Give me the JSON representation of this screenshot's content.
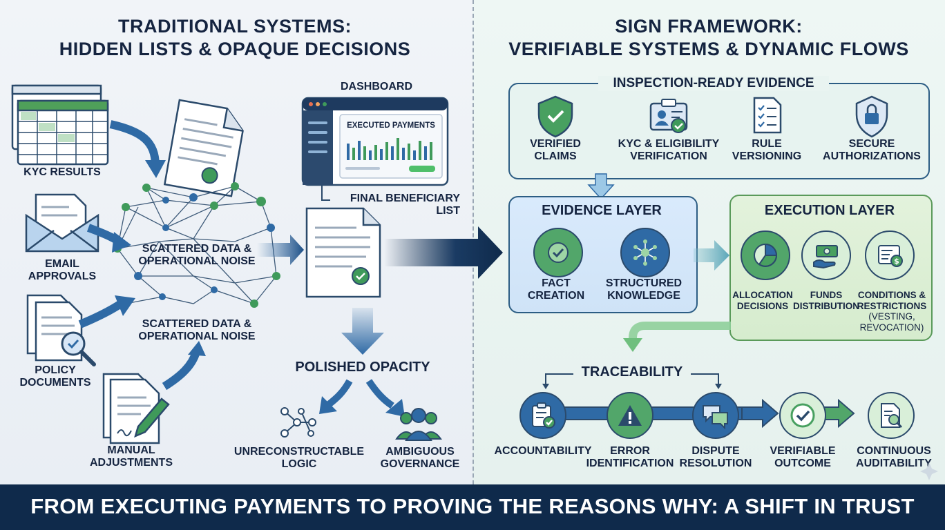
{
  "left": {
    "title_line1": "TRADITIONAL SYSTEMS:",
    "title_line2": "HIDDEN LISTS & OPAQUE DECISIONS",
    "kyc_results": "KYC RESULTS",
    "email_approvals_1": "EMAIL",
    "email_approvals_2": "APPROVALS",
    "policy_documents_1": "POLICY",
    "policy_documents_2": "DOCUMENTS",
    "manual_adjustments_1": "MANUAL",
    "manual_adjustments_2": "ADJUSTMENTS",
    "scattered_1a": "SCATTERED DATA &",
    "scattered_1b": "OPERATIONAL NOISE",
    "scattered_2a": "SCATTERED DATA &",
    "scattered_2b": "OPERATIONAL NOISE",
    "dashboard": "DASHBOARD",
    "executed_payments": "EXECUTED PAYMENTS",
    "final_list_1": "FINAL BENEFICIARY",
    "final_list_2": "LIST",
    "polished_opacity": "POLISHED OPACITY",
    "unreconstructable": "UNRECONSTRUCTABLE",
    "logic": "LOGIC",
    "ambiguous": "AMBIGUOUS",
    "governance": "GOVERNANCE"
  },
  "right": {
    "title_line1": "SIGN FRAMEWORK:",
    "title_line2": "VERIFIABLE SYSTEMS & DYNAMIC FLOWS",
    "inspection_ready": "INSPECTION-READY EVIDENCE",
    "evidence_items": [
      {
        "line1": "VERIFIED",
        "line2": "CLAIMS",
        "icon": "shield-check-icon"
      },
      {
        "line1": "KYC & ELIGIBILITY",
        "line2": "VERIFICATION",
        "icon": "id-card-icon"
      },
      {
        "line1": "RULE",
        "line2": "VERSIONING",
        "icon": "checklist-icon"
      },
      {
        "line1": "SECURE",
        "line2": "AUTHORIZATIONS",
        "icon": "lock-shield-icon"
      }
    ],
    "evidence_layer": "EVIDENCE LAYER",
    "fact_creation_1": "FACT",
    "fact_creation_2": "CREATION",
    "structured_1": "STRUCTURED",
    "structured_2": "KNOWLEDGE",
    "execution_layer": "EXECUTION LAYER",
    "allocation_1": "ALLOCATION",
    "allocation_2": "DECISIONS",
    "funds_1": "FUNDS",
    "funds_2": "DISTRIBUTION",
    "conditions_1": "CONDITIONS &",
    "conditions_2": "RESTRICTIONS",
    "conditions_3": "(VESTING,",
    "conditions_4": "REVOCATION)",
    "traceability": "TRACEABILITY",
    "flow": [
      {
        "line1": "ACCOUNTABILITY",
        "line2": "",
        "icon": "clipboard-check-icon"
      },
      {
        "line1": "ERROR",
        "line2": "IDENTIFICATION",
        "icon": "warning-icon"
      },
      {
        "line1": "DISPUTE",
        "line2": "RESOLUTION",
        "icon": "chat-bubbles-icon"
      },
      {
        "line1": "VERIFIABLE",
        "line2": "OUTCOME",
        "icon": "check-circle-icon"
      },
      {
        "line1": "CONTINUOUS",
        "line2": "AUDITABILITY",
        "icon": "document-search-icon"
      }
    ]
  },
  "footer": "FROM EXECUTING PAYMENTS TO PROVING THE REASONS WHY: A SHIFT IN TRUST",
  "colors": {
    "navy": "#0f2a4b",
    "blue_arrow": "#2f6aa5",
    "green": "#3f9a5a",
    "evidence_blue": "#d9e9fb",
    "execution_green": "#dff0d8"
  }
}
